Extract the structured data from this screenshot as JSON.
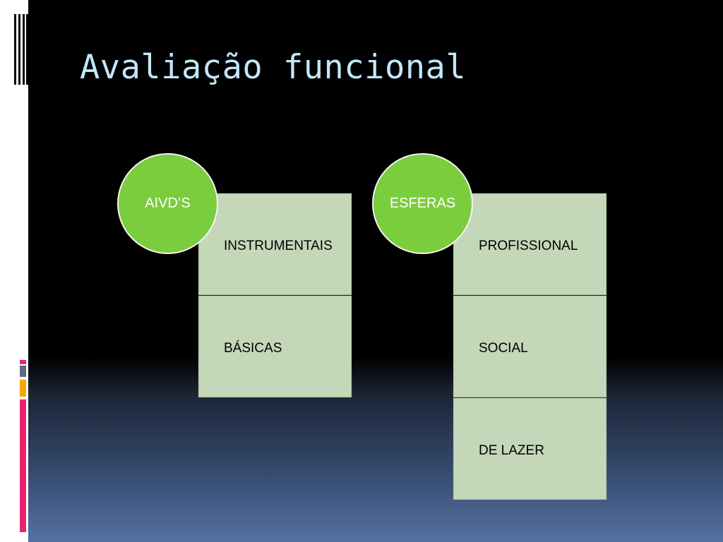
{
  "slide": {
    "title": "Avaliação funcional"
  },
  "groups": [
    {
      "circle_label": "AIVD’S",
      "items": [
        "INSTRUMENTAIS",
        "BÁSICAS"
      ]
    },
    {
      "circle_label": "ESFERAS",
      "items": [
        "PROFISSIONAL",
        "SOCIAL",
        "DE LAZER"
      ]
    }
  ],
  "theme": {
    "circle_color": "#7acd3c",
    "box_color": "#c4d7b9",
    "title_color": "#c3e6f9",
    "accent_bar_colors": [
      "#e8246f",
      "#5b6b80",
      "#f2a900",
      "#e8246f"
    ]
  }
}
